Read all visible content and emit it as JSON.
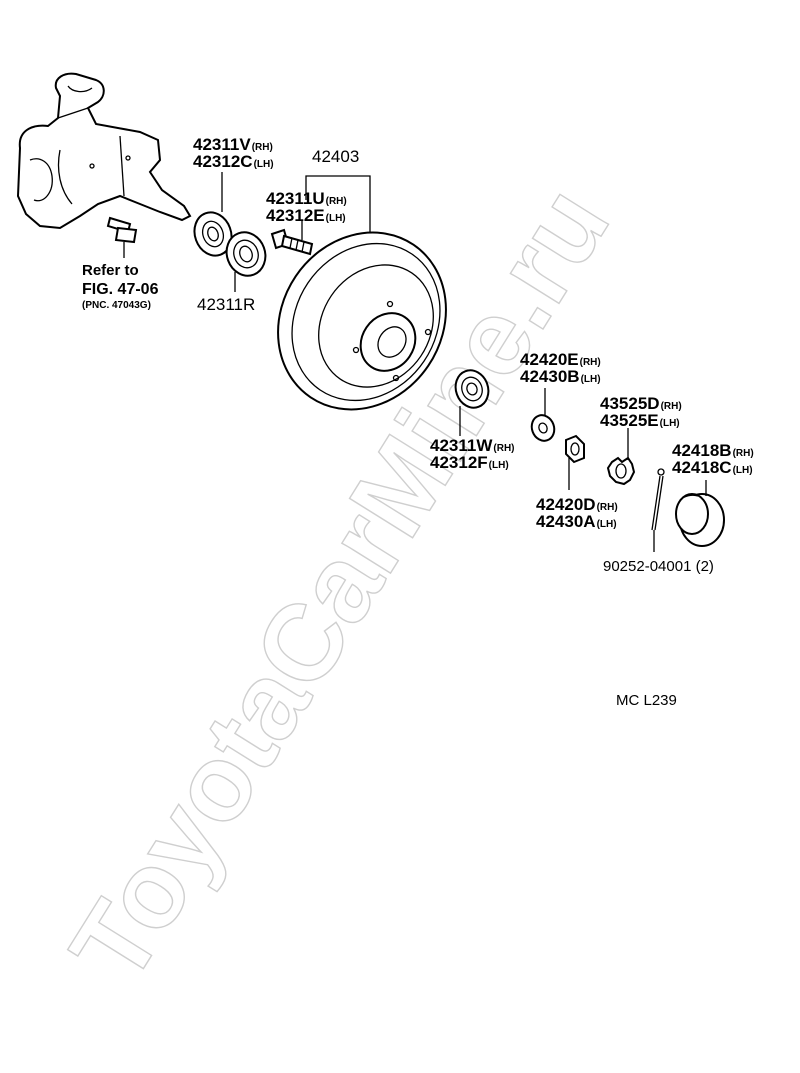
{
  "watermark": "ToyotaCarMine.ru",
  "figure_code": "MC L239",
  "refer": {
    "line1": "Refer to",
    "line2": "FIG. 47-06",
    "line3": "(PNC. 47043G)"
  },
  "labels": {
    "p42311V": "42311V",
    "p42311V_s": "(RH)",
    "p42312C": "42312C",
    "p42312C_s": "(LH)",
    "p42403": "42403",
    "p42311U": "42311U",
    "p42311U_s": "(RH)",
    "p42312E": "42312E",
    "p42312E_s": "(LH)",
    "p42311R": "42311R",
    "p42420E": "42420E",
    "p42420E_s": "(RH)",
    "p42430B": "42430B",
    "p42430B_s": "(LH)",
    "p43525D": "43525D",
    "p43525D_s": "(RH)",
    "p43525E": "43525E",
    "p43525E_s": "(LH)",
    "p42418B": "42418B",
    "p42418B_s": "(RH)",
    "p42418C": "42418C",
    "p42418C_s": "(LH)",
    "p42311W": "42311W",
    "p42311W_s": "(RH)",
    "p42312F": "42312F",
    "p42312F_s": "(LH)",
    "p42420D": "42420D",
    "p42420D_s": "(RH)",
    "p42430A": "42430A",
    "p42430A_s": "(LH)",
    "p90252": "90252-04001 (2)"
  }
}
